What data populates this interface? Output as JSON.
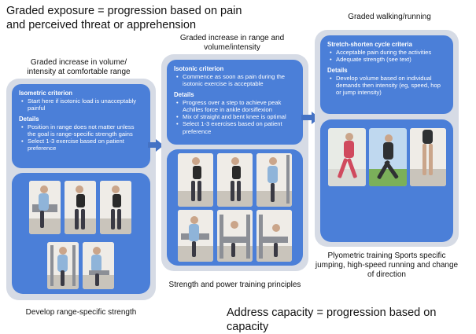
{
  "header": {
    "top_title": "Graded exposure = progression based on pain and perceived threat or apprehension",
    "bottom_title": "Address capacity = progression based on capacity"
  },
  "stage1": {
    "title": "Graded increase in volume/ intensity at comfortable range",
    "criterion_heading": "Isometric criterion",
    "criterion_items": [
      "Start here if isotonic load is unacceptably painful"
    ],
    "details_heading": "Details",
    "details_items": [
      "Position in range does not matter unless the goal is range-specific strength gains",
      "Select 1-3 exercise based on patient preference"
    ],
    "bottom_label": "Develop range-specific strength"
  },
  "stage2": {
    "title": "Graded increase in range and volume/intensity",
    "criterion_heading": "Isotonic criterion",
    "criterion_items": [
      "Commence as soon as pain during the isotonic exercise is acceptable"
    ],
    "details_heading": "Details",
    "details_items": [
      "Progress over a step to achieve peak Achilles force in ankle dorsiflexion",
      "Mix of straight and bent knee is optimal",
      "Select 1-3 exercises based on patient preference"
    ],
    "bottom_label": "Strength and power training principles"
  },
  "stage3": {
    "title": "Graded walking/running",
    "criterion_heading": "Stretch-shorten cycle criteria",
    "criterion_items": [
      "Acceptable pain during the activities",
      "Adequate strength (see text)"
    ],
    "details_heading": "Details",
    "details_items": [
      "Develop volume based on individual demands then intensity (eg, speed, hop or jump intensity)"
    ],
    "bottom_label": "Plyometric training Sports specific jumping, high-speed running and change of direction"
  },
  "colors": {
    "panel": "#d6dbe5",
    "card": "#4b7fd8",
    "arrow": "#4472c4"
  }
}
